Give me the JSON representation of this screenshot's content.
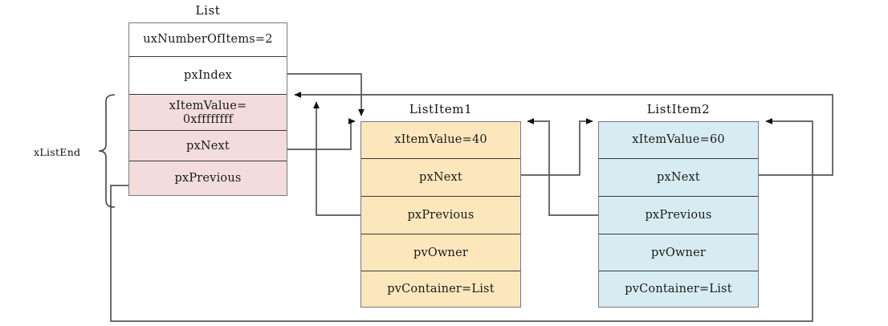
{
  "diagram": {
    "title_list": "List",
    "title_item1": "ListItem1",
    "title_item2": "ListItem2",
    "brace_label": "xListEnd",
    "colors": {
      "list_head_fill": "#ffffff",
      "list_end_fill": "#f2dcdc",
      "item1_fill": "#fce7bd",
      "item2_fill": "#d7ecf2",
      "border": "#7a7a7a",
      "divider": "#3a3a3a",
      "wire": "#555555",
      "text": "#1a1a1a"
    },
    "list": {
      "name": "List",
      "rows": [
        {
          "label": "uxNumberOfItems=2",
          "fill": "white"
        },
        {
          "label": "pxIndex",
          "fill": "white"
        },
        {
          "label": "xItemValue=\n0xffffffff",
          "fill": "pink"
        },
        {
          "label": "pxNext",
          "fill": "pink"
        },
        {
          "label": "pxPrevious",
          "fill": "pink"
        }
      ]
    },
    "item1": {
      "name": "ListItem1",
      "rows": [
        {
          "label": "xItemValue=40"
        },
        {
          "label": "pxNext"
        },
        {
          "label": "pxPrevious"
        },
        {
          "label": "pvOwner"
        },
        {
          "label": "pvContainer=List"
        }
      ]
    },
    "item2": {
      "name": "ListItem2",
      "rows": [
        {
          "label": "xItemValue=60"
        },
        {
          "label": "pxNext"
        },
        {
          "label": "pxPrevious"
        },
        {
          "label": "pvOwner"
        },
        {
          "label": "pvContainer=List"
        }
      ]
    },
    "connections": [
      {
        "from": "List.pxIndex",
        "to": "ListItem1.top"
      },
      {
        "from": "List.pxNext",
        "to": "ListItem1.top"
      },
      {
        "from": "ListItem1.pxPrevious",
        "to": "List.xItemValue"
      },
      {
        "from": "ListItem1.pxNext",
        "to": "ListItem2.top"
      },
      {
        "from": "ListItem2.pxPrevious",
        "to": "ListItem1.top"
      },
      {
        "from": "ListItem2.pxNext",
        "to": "List.xItemValue"
      },
      {
        "from": "List.pxPrevious",
        "to": "ListItem2.top"
      }
    ]
  }
}
